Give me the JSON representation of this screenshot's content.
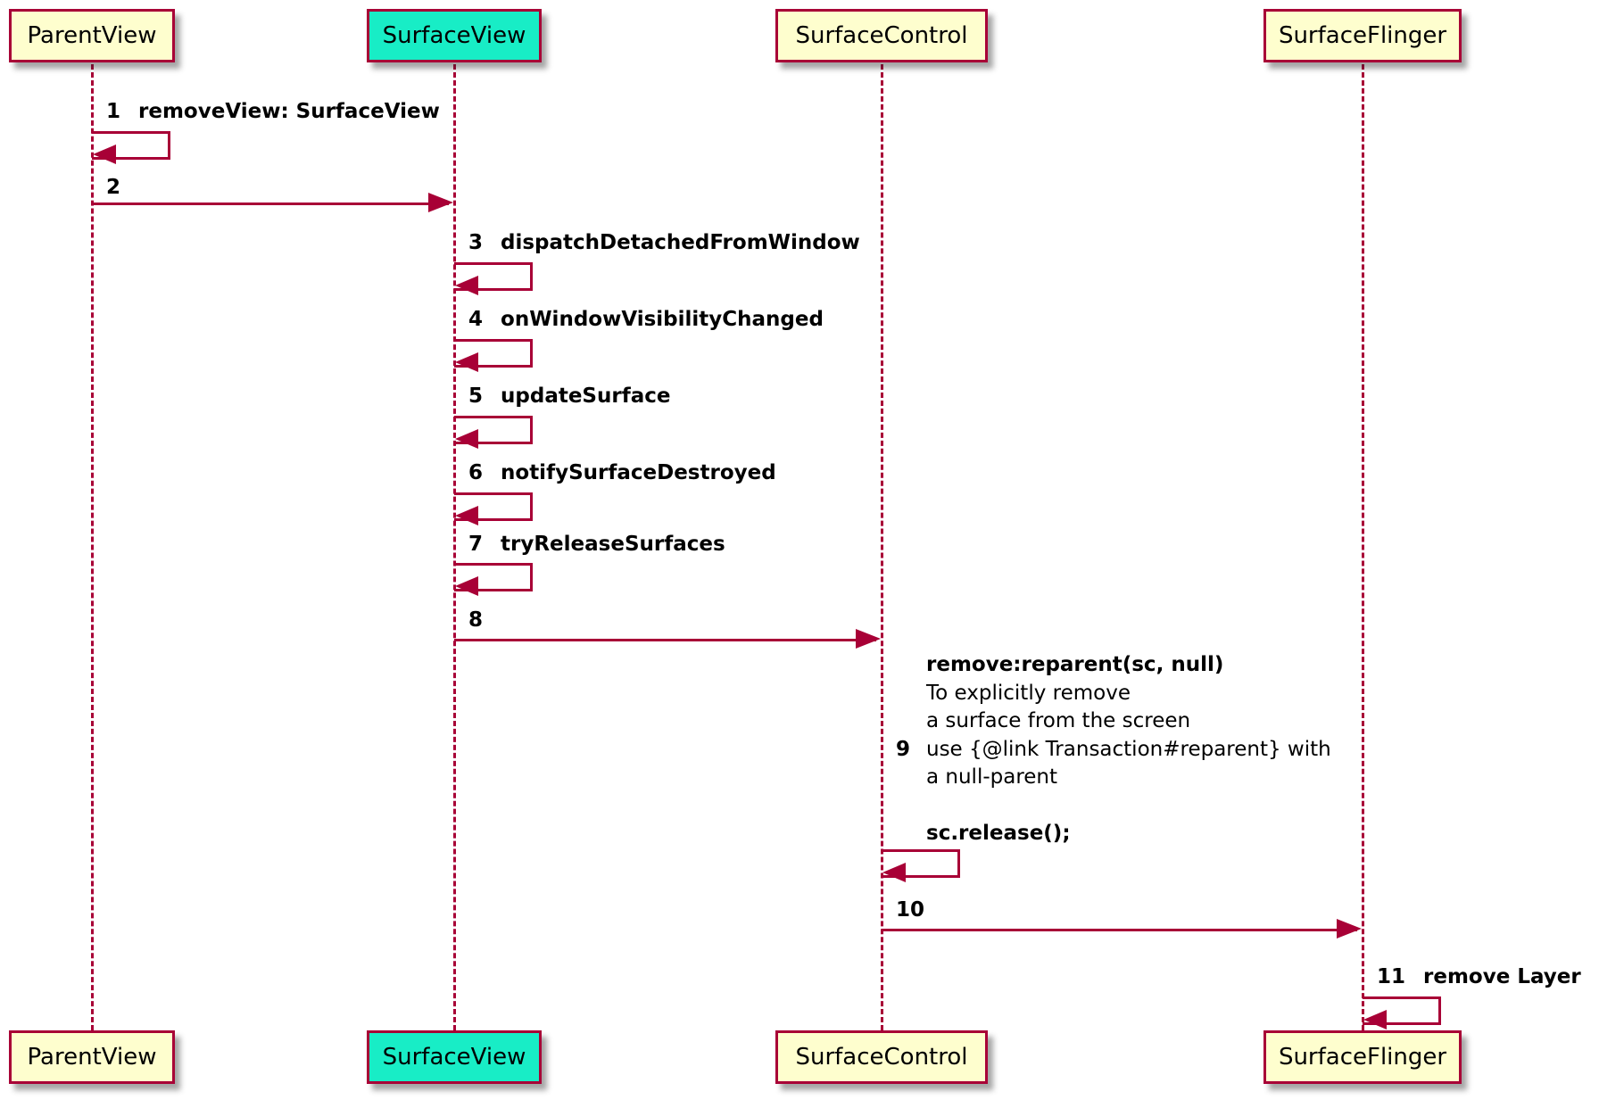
{
  "diagram_type": "sequence",
  "colors": {
    "accent": "#A80036",
    "participant_fill": "#FEFECE",
    "highlight_fill": "#18EDC6",
    "text": "#000000",
    "background": "#FFFFFF"
  },
  "participants": [
    {
      "label": "ParentView",
      "highlight": false
    },
    {
      "label": "SurfaceView",
      "highlight": true
    },
    {
      "label": "SurfaceControl",
      "highlight": false
    },
    {
      "label": "SurfaceFlinger",
      "highlight": false
    }
  ],
  "messages": [
    {
      "num": "1",
      "kind": "self",
      "participant": 0,
      "label": "removeView: SurfaceView"
    },
    {
      "num": "2",
      "kind": "call",
      "from": 0,
      "to": 1,
      "label": ""
    },
    {
      "num": "3",
      "kind": "self",
      "participant": 1,
      "label": "dispatchDetachedFromWindow"
    },
    {
      "num": "4",
      "kind": "self",
      "participant": 1,
      "label": "onWindowVisibilityChanged"
    },
    {
      "num": "5",
      "kind": "self",
      "participant": 1,
      "label": "updateSurface"
    },
    {
      "num": "6",
      "kind": "self",
      "participant": 1,
      "label": "notifySurfaceDestroyed"
    },
    {
      "num": "7",
      "kind": "self",
      "participant": 1,
      "label": "tryReleaseSurfaces"
    },
    {
      "num": "8",
      "kind": "call",
      "from": 1,
      "to": 2,
      "label": ""
    },
    {
      "num": "9",
      "kind": "self-block",
      "participant": 2,
      "lines": [
        {
          "text": "remove:reparent(sc, null)",
          "bold": true
        },
        {
          "text": "To explicitly remove",
          "bold": false
        },
        {
          "text": "a surface from the screen",
          "bold": false
        },
        {
          "text": "use {@link Transaction#reparent} with",
          "bold": false
        },
        {
          "text": "a null-parent",
          "bold": false
        },
        {
          "text": "",
          "bold": false
        },
        {
          "text": "sc.release();",
          "bold": true
        }
      ]
    },
    {
      "num": "10",
      "kind": "call",
      "from": 2,
      "to": 3,
      "label": ""
    },
    {
      "num": "11",
      "kind": "self",
      "participant": 3,
      "label": "remove Layer"
    }
  ]
}
